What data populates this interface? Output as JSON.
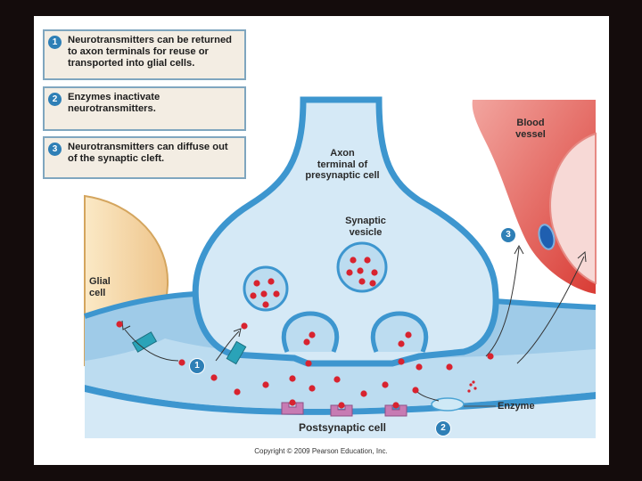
{
  "callouts": [
    {
      "number": "1",
      "text": "Neurotransmitters can be returned to axon terminals for reuse or transported into glial cells."
    },
    {
      "number": "2",
      "text": "Enzymes inactivate neurotransmitters."
    },
    {
      "number": "3",
      "text": "Neurotransmitters can diffuse out of the synaptic cleft."
    }
  ],
  "labels": {
    "axon_terminal": "Axon\nterminal of\npresynaptic cell",
    "synaptic_vesicle": "Synaptic\nvesicle",
    "blood_vessel": "Blood\nvessel",
    "glial_cell": "Glial\ncell",
    "enzyme": "Enzyme",
    "postsynaptic_cell": "Postsynaptic cell"
  },
  "markers": {
    "m1": "1",
    "m2": "2",
    "m3": "3"
  },
  "copyright": "Copyright © 2009 Pearson Education, Inc.",
  "colors": {
    "neurotransmitter": "#d8232f",
    "membrane": "#3d96cf",
    "cytoplasm": "#d5e9f6",
    "glial": "#f5d8a4",
    "blood": "#e0524a",
    "receptor": "#c77bb3",
    "accent": "#2e7fb6"
  }
}
